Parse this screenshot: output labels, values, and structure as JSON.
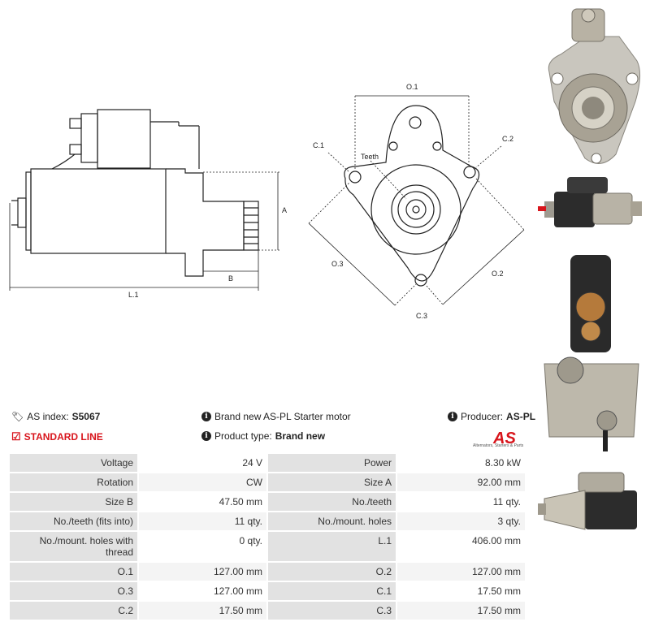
{
  "drawing": {
    "side_labels": {
      "a": "A",
      "b": "B",
      "l1": "L.1"
    },
    "front_labels": {
      "o1": "O.1",
      "o2": "O.2",
      "o3": "O.3",
      "c1": "C.1",
      "c2": "C.2",
      "c3": "C.3",
      "teeth": "Teeth"
    }
  },
  "info": {
    "as_index_label": "AS index:",
    "as_index_value": "S5067",
    "standard_line": "STANDARD LINE",
    "description": "Brand new AS-PL Starter motor",
    "product_type_label": "Product type:",
    "product_type_value": "Brand new",
    "producer_label": "Producer:",
    "producer_value": "AS-PL"
  },
  "logo": {
    "word": "AS",
    "subtitle": "Alternators, Starters & Parts",
    "color": "#d8151c"
  },
  "specs": [
    [
      "Voltage",
      "24 V",
      "Power",
      "8.30 kW"
    ],
    [
      "Rotation",
      "CW",
      "Size A",
      "92.00 mm"
    ],
    [
      "Size B",
      "47.50 mm",
      "No./teeth",
      "11 qty."
    ],
    [
      "No./teeth (fits into)",
      "11 qty.",
      "No./mount. holes",
      "3 qty."
    ],
    [
      "No./mount. holes with thread",
      "0 qty.",
      "L.1",
      "406.00 mm"
    ],
    [
      "O.1",
      "127.00 mm",
      "O.2",
      "127.00 mm"
    ],
    [
      "O.3",
      "127.00 mm",
      "C.1",
      "17.50 mm"
    ],
    [
      "C.2",
      "17.50 mm",
      "C.3",
      "17.50 mm"
    ]
  ]
}
